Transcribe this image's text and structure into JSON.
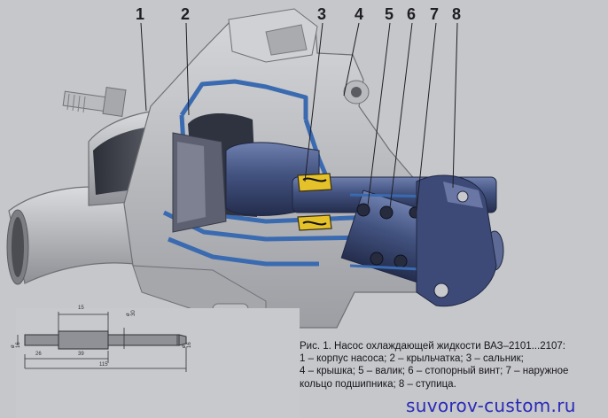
{
  "callouts": [
    {
      "id": 1,
      "label": "1"
    },
    {
      "id": 2,
      "label": "2"
    },
    {
      "id": 3,
      "label": "3"
    },
    {
      "id": 4,
      "label": "4"
    },
    {
      "id": 5,
      "label": "5"
    },
    {
      "id": 6,
      "label": "6"
    },
    {
      "id": 7,
      "label": "7"
    },
    {
      "id": 8,
      "label": "8"
    }
  ],
  "caption": {
    "title": "Рис. 1. Насос охлаждающей жидкости ВАЗ–2101...2107:",
    "lines": [
      "1 – корпус насоса; 2 – крыльчатка; 3 – сальник;",
      "4 – крышка; 5 – валик; 6 – стопорный винт; 7 – наружное",
      "кольцо подшипника; 8 – ступица."
    ]
  },
  "shaft_drawing": {
    "dimensions": {
      "d1": "15",
      "d2": "ø 30",
      "d3": "ø 16",
      "d4": "ø 16",
      "d5": "26",
      "d6": "39",
      "d7": "115"
    }
  },
  "watermark": "suvorov-custom.ru",
  "colors": {
    "background": "#c8c9cc",
    "housing": "#aeb0b4",
    "section_outline": "#3a6ab0",
    "shaft": "#3b4a78",
    "seal": "#e6c22a",
    "watermark": "#2a2ab8"
  }
}
